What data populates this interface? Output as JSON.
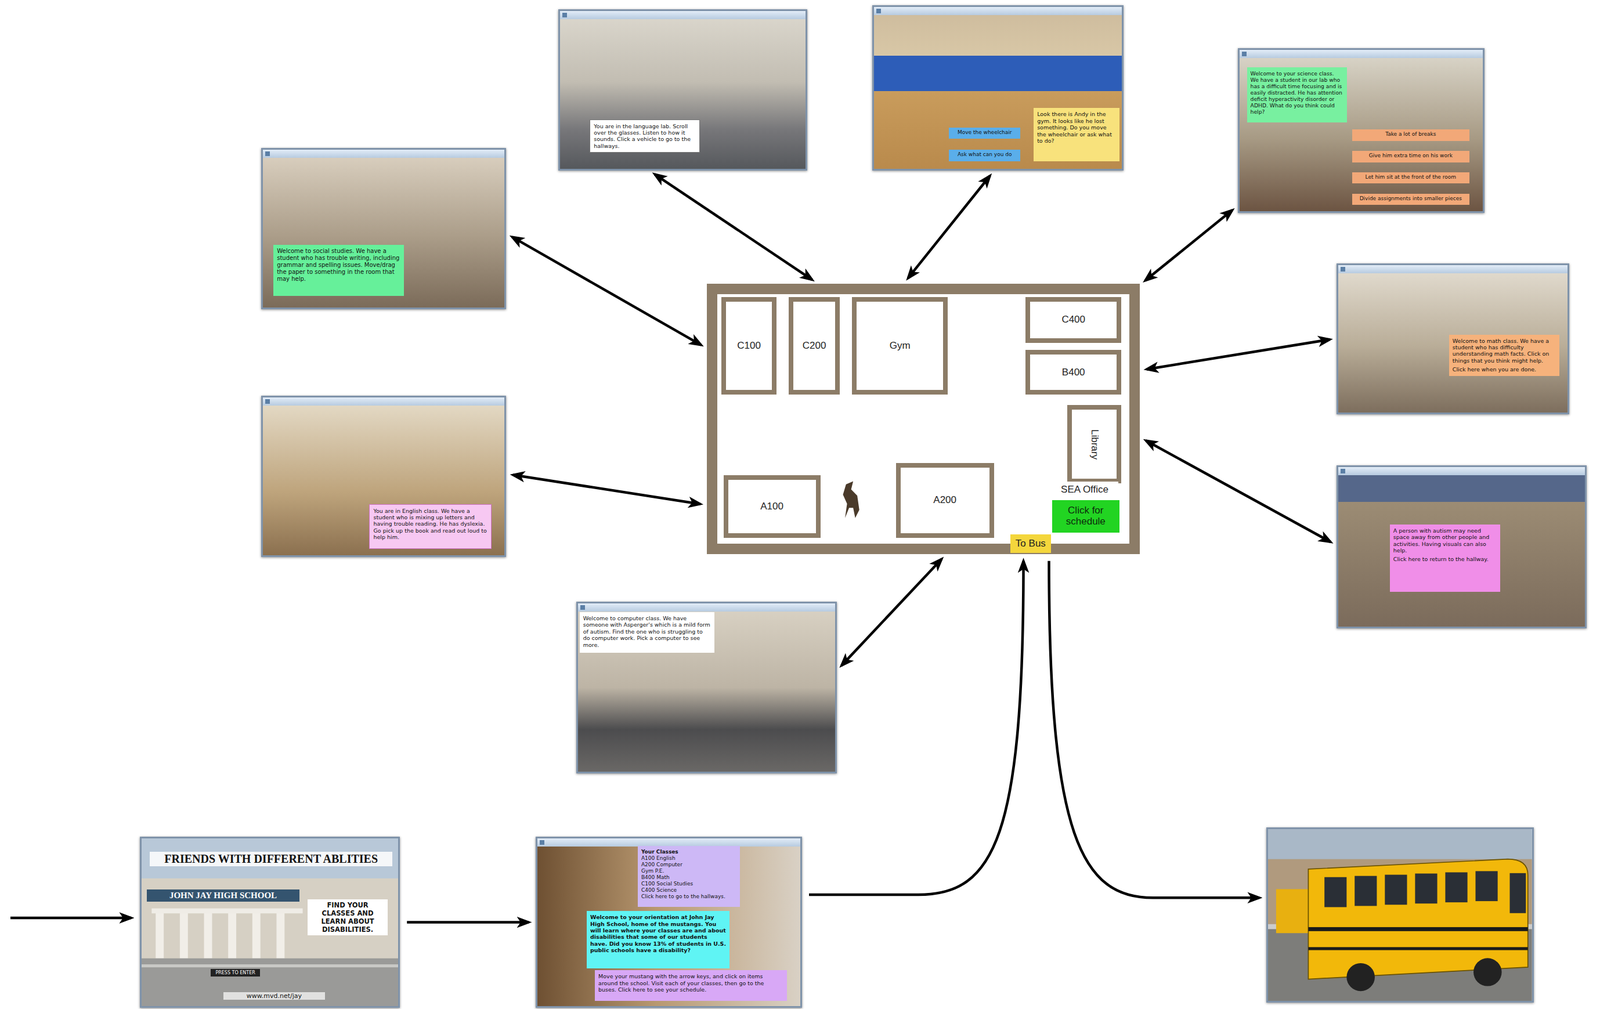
{
  "diagram": {
    "nodes": [
      {
        "text": []
      },
      {
        "text": [
          "You are in the language lab. Scroll over the glasses. Listen to how it sounds. Click a vehicle to go to the hallways."
        ],
        "in": 0
      },
      {
        "text": []
      },
      {
        "text": [
          "Look there is Andy in the gym. It looks like he lost something. Do you move the wheelchair or ask what to do?"
        ],
        "in": 2
      },
      {
        "text": [
          "Move the wheelchair"
        ],
        "in": 2
      },
      {
        "text": [
          "Ask what can you do"
        ],
        "in": 2
      },
      {
        "text": []
      },
      {
        "text": [
          "Welcome to your science class. We have a student in our lab who has a difficult time focusing and is easily distracted. He has attention deficit hyperactivity disorder or ADHD. What do you think could help?"
        ],
        "in": 6
      },
      {
        "text": [
          "Take a lot of breaks"
        ],
        "in": 6
      },
      {
        "text": [
          "Give him extra time on his work"
        ],
        "in": 6
      },
      {
        "text": [
          "Let him sit at the front of the room"
        ],
        "in": 6
      },
      {
        "text": [
          "Divide assignments into smaller pieces"
        ],
        "in": 6
      },
      {
        "text": []
      },
      {
        "text": [
          "Welcome to social studies. We have a student who has trouble writing, including grammar and spelling issues. Move/drag the paper to something in the room that may help."
        ],
        "in": 12
      },
      {
        "text": []
      },
      {
        "text": [
          "Welcome to math class. We have a student who has difficulty understanding math facts. Click on things that you think might help.",
          "Click here when you are done."
        ],
        "in": 14
      },
      {
        "text": []
      },
      {
        "text": [
          "You are in English class. We have a student who is mixing up letters and having trouble reading. He has dyslexia. Go pick up the book and read out loud to help him."
        ],
        "in": 16
      },
      {
        "text": []
      },
      {
        "text": [
          "A person with autism may need space away from other people and activities. Having visuals can also help.",
          "Click here to return to the hallway."
        ],
        "in": 18
      },
      {
        "text": []
      },
      {
        "text": [
          "C100"
        ],
        "in": 20
      },
      {
        "text": [
          "C200"
        ],
        "in": 20
      },
      {
        "text": [
          "Gym"
        ],
        "in": 20
      },
      {
        "text": [
          "C400"
        ],
        "in": 20
      },
      {
        "text": [
          "B400"
        ],
        "in": 20
      },
      {
        "text": [
          "Library"
        ],
        "in": 20
      },
      {
        "text": [
          "A100"
        ],
        "in": 20
      },
      {
        "text": [
          "A200"
        ],
        "in": 20
      },
      {
        "text": [
          "SEA Office"
        ],
        "in": 20
      },
      {
        "text": [
          "Click for schedule"
        ],
        "in": 20
      },
      {
        "text": [
          "To Bus"
        ],
        "in": 20
      },
      {
        "text": []
      },
      {
        "text": [
          "Welcome to computer class. We have someone with Asperger's which is a mild form of autism. Find the one who is struggling to do computer work. Pick a computer to see more."
        ],
        "in": 32
      },
      {
        "text": [
          "FRIENDS WITH DIFFERENT ABLITIES",
          "JOHN JAY HIGH SCHOOL",
          "FIND YOUR CLASSES AND LEARN ABOUT DISABILITIES.",
          "PRESS TO ENTER",
          "www.mvd.net/jay"
        ]
      },
      {
        "text": []
      },
      {
        "text": [
          "Your Classes",
          "A100 English",
          "A200 Computer",
          "Gym P.E.",
          "B400 Math",
          "C100 Social Studies",
          "C400 Science",
          "Click here to go to the hallways."
        ],
        "in": 35
      },
      {
        "text": [
          "Welcome to your orientation at John Jay High School, home of the mustangs. You will learn where your classes are and about disabilities that some of our students have. Did you know 13% of students in U.S. public schools have a disability?"
        ],
        "in": 35
      },
      {
        "text": [
          "Move your mustang with the arrow keys, and click on items around the school. Visit each of your classes, then go to the buses. Click here to see your schedule."
        ],
        "in": 35
      },
      {
        "text": []
      }
    ],
    "edges": [
      {
        "from": 0,
        "to": 20,
        "arrow": "both"
      },
      {
        "from": 2,
        "to": 20,
        "arrow": "both"
      },
      {
        "from": 6,
        "to": 20,
        "arrow": "both"
      },
      {
        "from": 12,
        "to": 20,
        "arrow": "both"
      },
      {
        "from": 14,
        "to": 20,
        "arrow": "both"
      },
      {
        "from": 16,
        "to": 20,
        "arrow": "both"
      },
      {
        "from": 18,
        "to": 20,
        "arrow": "both"
      },
      {
        "from": 32,
        "to": 20,
        "arrow": "both"
      },
      {
        "from": 34,
        "to": 35,
        "arrow": "to"
      },
      {
        "from": 35,
        "to": 20,
        "arrow": "to"
      },
      {
        "from": 20,
        "to": 39,
        "arrow": "to"
      }
    ]
  }
}
